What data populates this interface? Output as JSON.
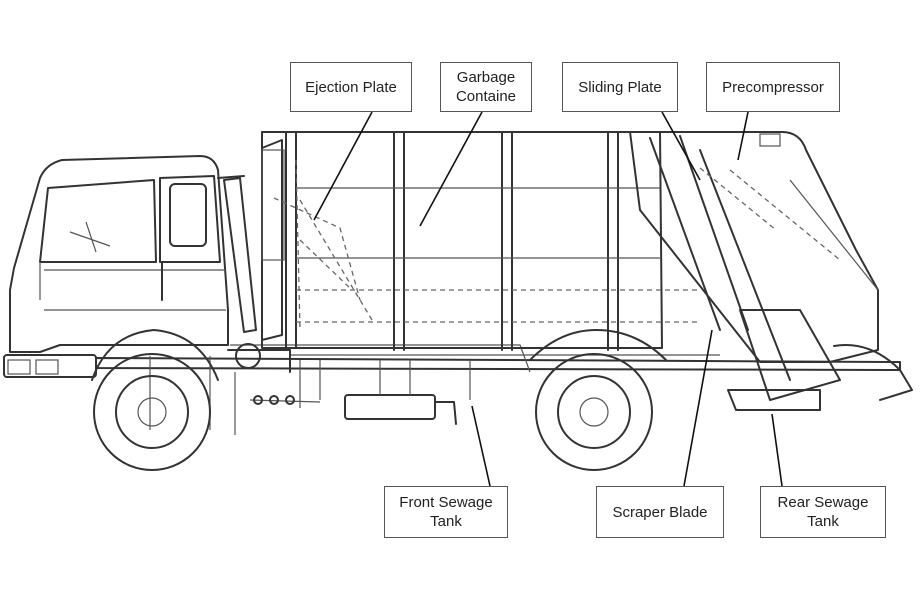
{
  "diagram": {
    "labels": {
      "ejection_plate": "Ejection Plate",
      "garbage_container": "Garbage\nContaine",
      "sliding_plate": "Sliding Plate",
      "precompressor": "Precompressor",
      "front_sewage_tank": "Front Sewage\nTank",
      "scraper_blade": "Scraper Blade",
      "rear_sewage_tank": "Rear Sewage\nTank"
    },
    "colors": {
      "line": "#333333",
      "box_border": "#555555",
      "background": "#ffffff"
    }
  }
}
